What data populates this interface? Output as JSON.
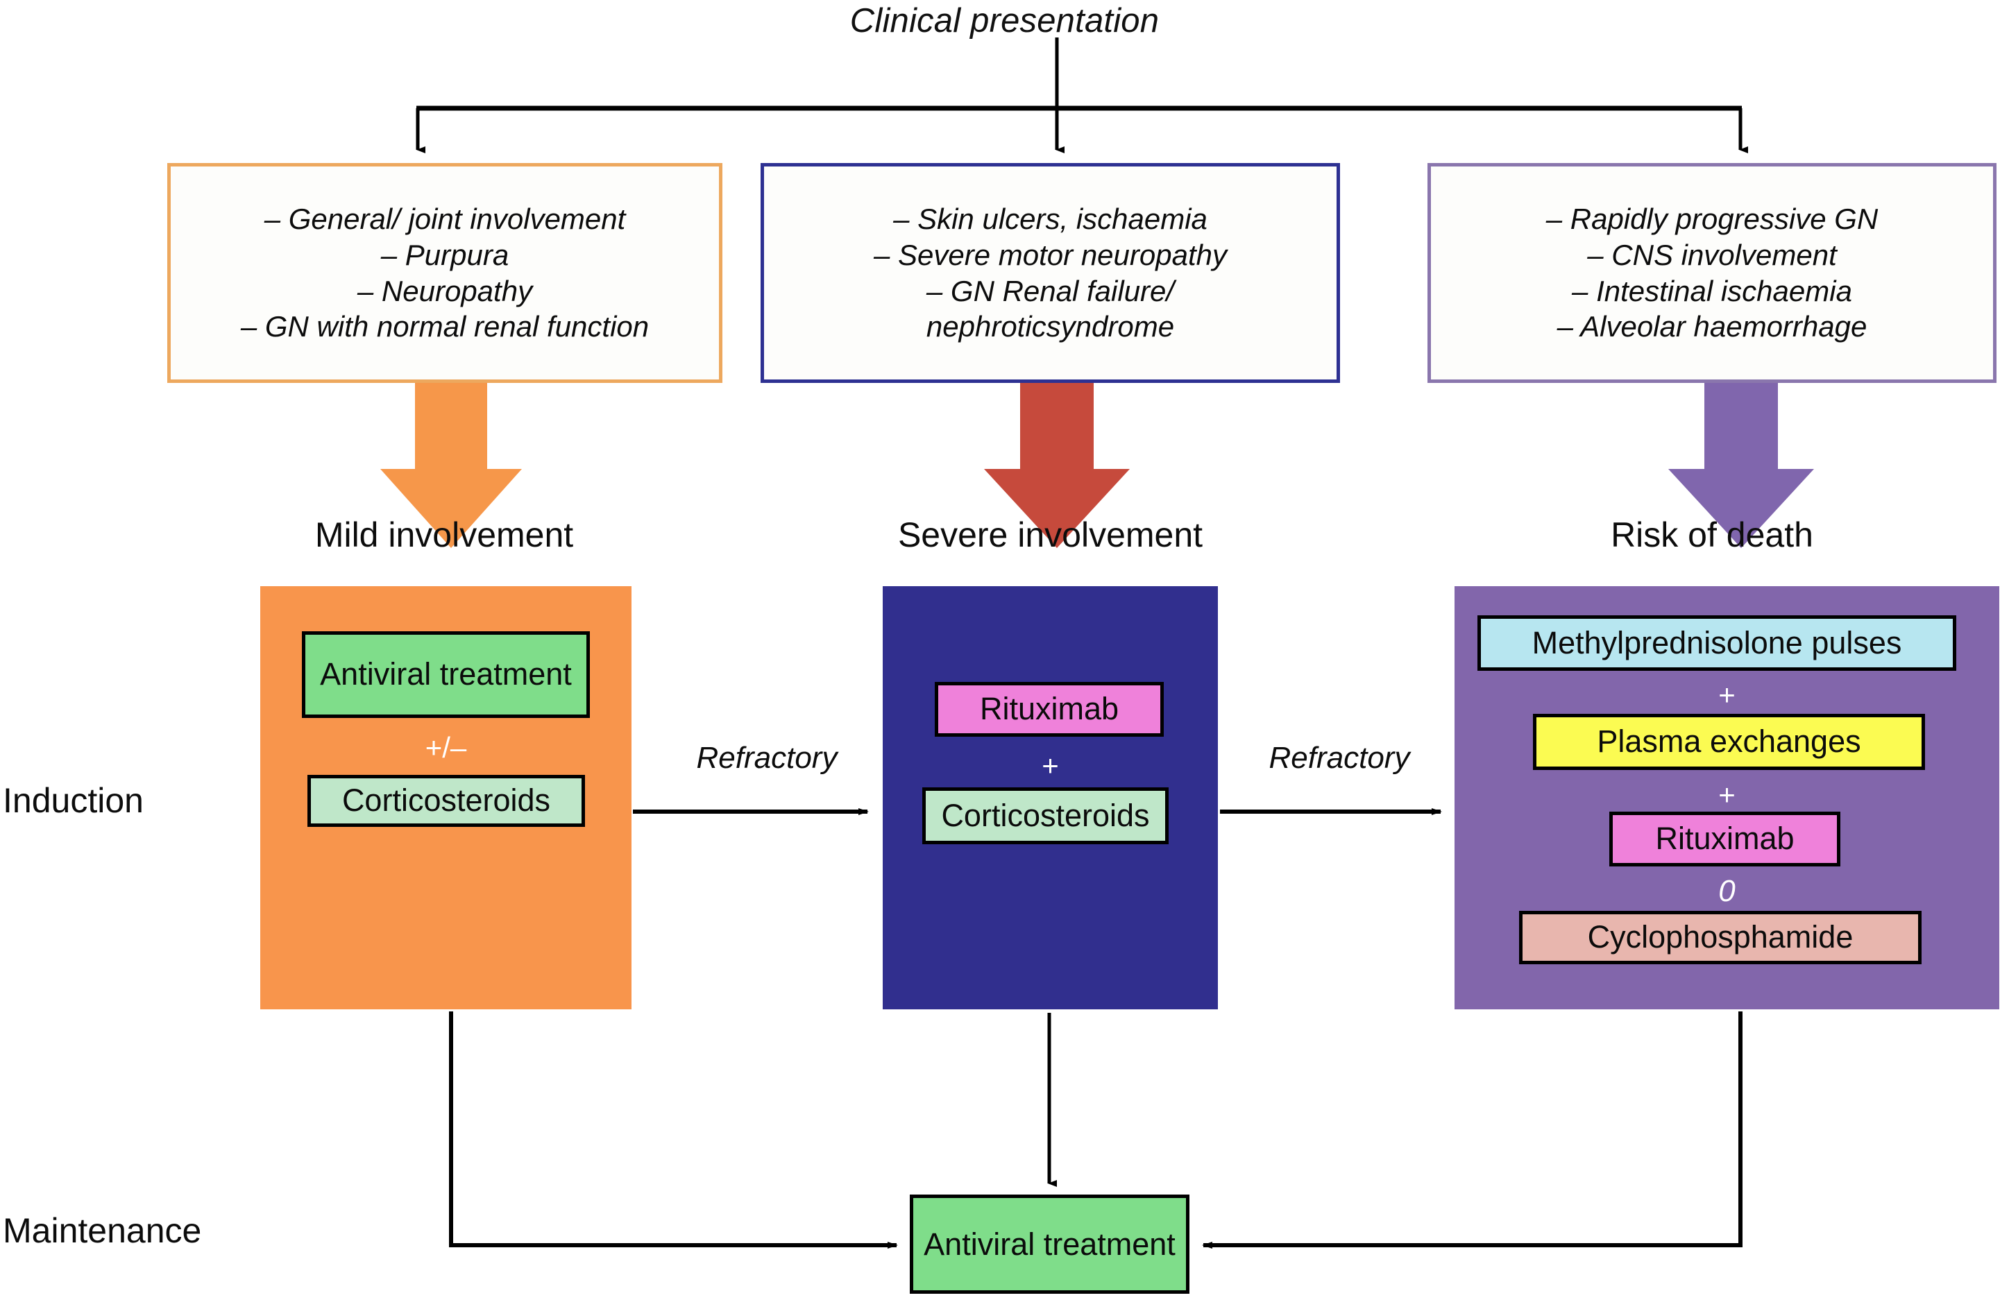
{
  "title": "Clinical presentation",
  "criteria": [
    {
      "id": "mild",
      "border_color": "#eda85e",
      "lines": [
        "– General/ joint involvement",
        "– Purpura",
        "– Neuropathy",
        "– GN with normal renal function"
      ]
    },
    {
      "id": "severe",
      "border_color": "#2e3192",
      "lines": [
        "– Skin ulcers, ischaemia",
        "– Severe motor neuropathy",
        "– GN Renal failure/",
        "nephroticsyndrome"
      ]
    },
    {
      "id": "risk",
      "border_color": "#8a76ad",
      "lines": [
        "– Rapidly progressive GN",
        "– CNS involvement",
        "– Intestinal ischaemia",
        "– Alveolar haemorrhage"
      ]
    }
  ],
  "severity_labels": {
    "mild": "Mild involvement",
    "severe": "Severe involvement",
    "risk": "Risk of death"
  },
  "big_arrows": {
    "mild_color": "#f6974a",
    "severe_color": "#c64a3c",
    "risk_color": "#8066ad"
  },
  "stage_labels": {
    "induction": "Induction",
    "maintenance": "Maintenance"
  },
  "transitions": {
    "refractory_1": "Refractory",
    "refractory_2": "Refractory"
  },
  "panels": {
    "mild": {
      "background": "#f8954c",
      "drugs": [
        {
          "label": "Antiviral treatment",
          "color": "#7fdd8a"
        },
        {
          "label": "Corticosteroids",
          "color": "#bfe7c9"
        }
      ],
      "connector": "+/–"
    },
    "severe": {
      "background": "#312f8e",
      "drugs": [
        {
          "label": "Rituximab",
          "color": "#ef81da"
        },
        {
          "label": "Corticosteroids",
          "color": "#bfe7c9"
        }
      ],
      "connector": "+"
    },
    "risk": {
      "background": "#8266ab",
      "drugs": [
        {
          "label": "Methylprednisolone pulses",
          "color": "#b7e6f0"
        },
        {
          "label": "Plasma exchanges",
          "color": "#fbfb52"
        },
        {
          "label": "Rituximab",
          "color": "#ef81da"
        },
        {
          "label": "Cyclophosphamide",
          "color": "#e8b6ae"
        }
      ],
      "connectors": [
        "+",
        "+",
        "0"
      ]
    }
  },
  "maintenance_box": {
    "label": "Antiviral treatment",
    "color": "#7fdd8a"
  }
}
